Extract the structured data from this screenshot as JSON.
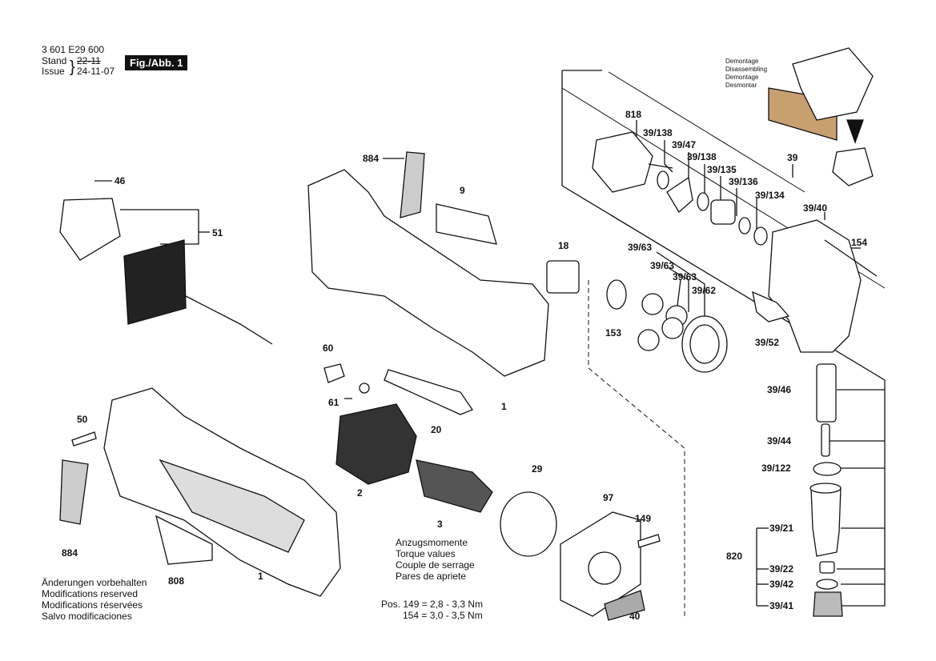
{
  "header": {
    "doc_number": "3 601 E29 600",
    "stand_label": "Stand",
    "issue_label": "Issue",
    "stand_date": "22-11",
    "issue_date": "24-11-07",
    "fig_label": "Fig./Abb. 1"
  },
  "disassembly_note": [
    "Demontage",
    "Disassembling",
    "Demontage",
    "Desmontar"
  ],
  "torque": {
    "title_de": "Anzugsmomente",
    "title_en": "Torque values",
    "title_fr": "Couple de serrage",
    "title_es": "Pares de apriete",
    "line1": "Pos. 149 = 2,8 - 3,3 Nm",
    "line2": "154 = 3,0 - 3,5 Nm"
  },
  "modifications": [
    "Änderungen vorbehalten",
    "Modifications reserved",
    "Modifications réservées",
    "Salvo modificaciones"
  ],
  "parts": {
    "p46": "46",
    "p51": "51",
    "p884a": "884",
    "p9": "9",
    "p18": "18",
    "p818": "818",
    "p39_138a": "39/138",
    "p39_47": "39/47",
    "p39_138b": "39/138",
    "p39_135": "39/135",
    "p39_136": "39/136",
    "p39_134": "39/134",
    "p39": "39",
    "p39_40": "39/40",
    "p154": "154",
    "p39_63a": "39/63",
    "p39_63b": "39/63",
    "p39_63c": "39/63",
    "p39_62": "39/62",
    "p153": "153",
    "p39_52": "39/52",
    "p60": "60",
    "p61": "61",
    "p20": "20",
    "p1a": "1",
    "p50": "50",
    "p2": "2",
    "p29": "29",
    "p3": "3",
    "p97": "97",
    "p149": "149",
    "p884b": "884",
    "p808": "808",
    "p1b": "1",
    "p40": "40",
    "p39_46": "39/46",
    "p39_44": "39/44",
    "p39_122": "39/122",
    "p39_21": "39/21",
    "p820": "820",
    "p39_22": "39/22",
    "p39_42": "39/42",
    "p39_41": "39/41"
  }
}
